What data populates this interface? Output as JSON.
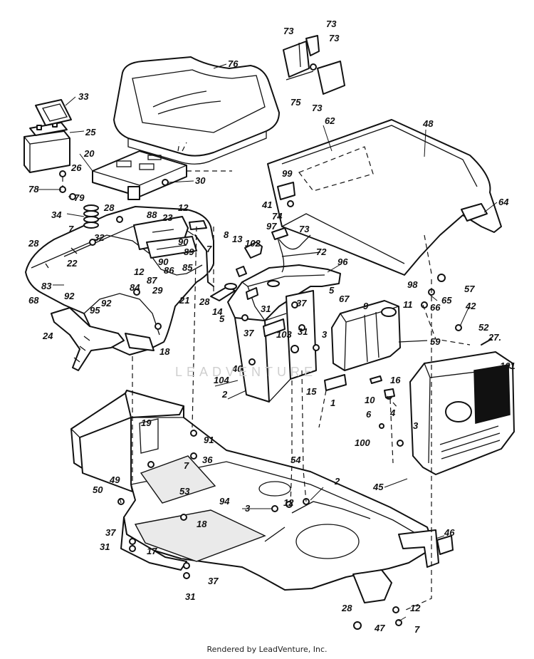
{
  "footer": {
    "credit": "Rendered by LeadVenture, Inc."
  },
  "watermark": {
    "text": "LEADVENTURE"
  },
  "diagram": {
    "callouts": [
      {
        "id": "c76",
        "label": "76"
      },
      {
        "id": "c73a",
        "label": "73"
      },
      {
        "id": "c73b",
        "label": "73"
      },
      {
        "id": "c73c",
        "label": "73"
      },
      {
        "id": "c75",
        "label": "75"
      },
      {
        "id": "c73d",
        "label": "73"
      },
      {
        "id": "c33",
        "label": "33"
      },
      {
        "id": "c25",
        "label": "25"
      },
      {
        "id": "c62",
        "label": "62"
      },
      {
        "id": "c48",
        "label": "48"
      },
      {
        "id": "c20",
        "label": "20"
      },
      {
        "id": "c26",
        "label": "26"
      },
      {
        "id": "c30",
        "label": "30"
      },
      {
        "id": "c99",
        "label": "99"
      },
      {
        "id": "c78",
        "label": "78"
      },
      {
        "id": "c79",
        "label": "79"
      },
      {
        "id": "c64",
        "label": "64"
      },
      {
        "id": "c41",
        "label": "41"
      },
      {
        "id": "c74",
        "label": "74"
      },
      {
        "id": "c34",
        "label": "34"
      },
      {
        "id": "c28a",
        "label": "28"
      },
      {
        "id": "c12a",
        "label": "12"
      },
      {
        "id": "c88",
        "label": "88"
      },
      {
        "id": "c23",
        "label": "23"
      },
      {
        "id": "c73e",
        "label": "73"
      },
      {
        "id": "c97",
        "label": "97"
      },
      {
        "id": "c7a",
        "label": "7"
      },
      {
        "id": "c32",
        "label": "32"
      },
      {
        "id": "c8",
        "label": "8"
      },
      {
        "id": "c13",
        "label": "13"
      },
      {
        "id": "c102",
        "label": "102"
      },
      {
        "id": "c28b",
        "label": "28"
      },
      {
        "id": "c90a",
        "label": "90"
      },
      {
        "id": "c89",
        "label": "89"
      },
      {
        "id": "c7b",
        "label": "7"
      },
      {
        "id": "c72",
        "label": "72"
      },
      {
        "id": "c22",
        "label": "22"
      },
      {
        "id": "c90b",
        "label": "90"
      },
      {
        "id": "c86",
        "label": "86"
      },
      {
        "id": "c85",
        "label": "85"
      },
      {
        "id": "c96",
        "label": "96"
      },
      {
        "id": "c12b",
        "label": "12"
      },
      {
        "id": "c87",
        "label": "87"
      },
      {
        "id": "c98",
        "label": "98"
      },
      {
        "id": "c57",
        "label": "57"
      },
      {
        "id": "c68",
        "label": "68"
      },
      {
        "id": "c83",
        "label": "83"
      },
      {
        "id": "c84",
        "label": "84"
      },
      {
        "id": "c29",
        "label": "29"
      },
      {
        "id": "c92a",
        "label": "92"
      },
      {
        "id": "c95",
        "label": "95"
      },
      {
        "id": "c92b",
        "label": "92"
      },
      {
        "id": "c66",
        "label": "66"
      },
      {
        "id": "c65",
        "label": "65"
      },
      {
        "id": "c5a",
        "label": "5"
      },
      {
        "id": "c67",
        "label": "67"
      },
      {
        "id": "c21",
        "label": "21"
      },
      {
        "id": "c28c",
        "label": "28"
      },
      {
        "id": "c14",
        "label": "14"
      },
      {
        "id": "c37a",
        "label": "37"
      },
      {
        "id": "c9",
        "label": "9"
      },
      {
        "id": "c42",
        "label": "42"
      },
      {
        "id": "c31a",
        "label": "31"
      },
      {
        "id": "c11",
        "label": "11"
      },
      {
        "id": "c52",
        "label": "52"
      },
      {
        "id": "c5b",
        "label": "5"
      },
      {
        "id": "c37b",
        "label": "37"
      },
      {
        "id": "c3a",
        "label": "3"
      },
      {
        "id": "c31b",
        "label": "31"
      },
      {
        "id": "c27",
        "label": "27."
      },
      {
        "id": "c24",
        "label": "24"
      },
      {
        "id": "c103",
        "label": "103"
      },
      {
        "id": "c18a",
        "label": "18"
      },
      {
        "id": "c59",
        "label": "59"
      },
      {
        "id": "c40",
        "label": "40"
      },
      {
        "id": "c101",
        "label": "101"
      },
      {
        "id": "c104",
        "label": "104"
      },
      {
        "id": "c15",
        "label": "15"
      },
      {
        "id": "c16",
        "label": "16"
      },
      {
        "id": "c2a",
        "label": "2"
      },
      {
        "id": "c1",
        "label": "1"
      },
      {
        "id": "c10",
        "label": "10"
      },
      {
        "id": "c6",
        "label": "6"
      },
      {
        "id": "c4",
        "label": "4"
      },
      {
        "id": "c3b",
        "label": "3"
      },
      {
        "id": "c19",
        "label": "19"
      },
      {
        "id": "c91",
        "label": "91"
      },
      {
        "id": "c100",
        "label": "100"
      },
      {
        "id": "c36",
        "label": "36"
      },
      {
        "id": "c7c",
        "label": "7"
      },
      {
        "id": "c54",
        "label": "54"
      },
      {
        "id": "c49",
        "label": "49"
      },
      {
        "id": "c2b",
        "label": "2"
      },
      {
        "id": "c45",
        "label": "45"
      },
      {
        "id": "c50",
        "label": "50"
      },
      {
        "id": "c53",
        "label": "53"
      },
      {
        "id": "c94",
        "label": "94"
      },
      {
        "id": "c3c",
        "label": "3"
      },
      {
        "id": "c12c",
        "label": "12"
      },
      {
        "id": "c18b",
        "label": "18"
      },
      {
        "id": "c37c",
        "label": "37"
      },
      {
        "id": "c31c",
        "label": "31"
      },
      {
        "id": "c17",
        "label": "17"
      },
      {
        "id": "c46",
        "label": "46"
      },
      {
        "id": "c37d",
        "label": "37"
      },
      {
        "id": "c31d",
        "label": "31"
      },
      {
        "id": "c28d",
        "label": "28"
      },
      {
        "id": "c12d",
        "label": "12"
      },
      {
        "id": "c47",
        "label": "47"
      },
      {
        "id": "c7d",
        "label": "7"
      }
    ]
  }
}
